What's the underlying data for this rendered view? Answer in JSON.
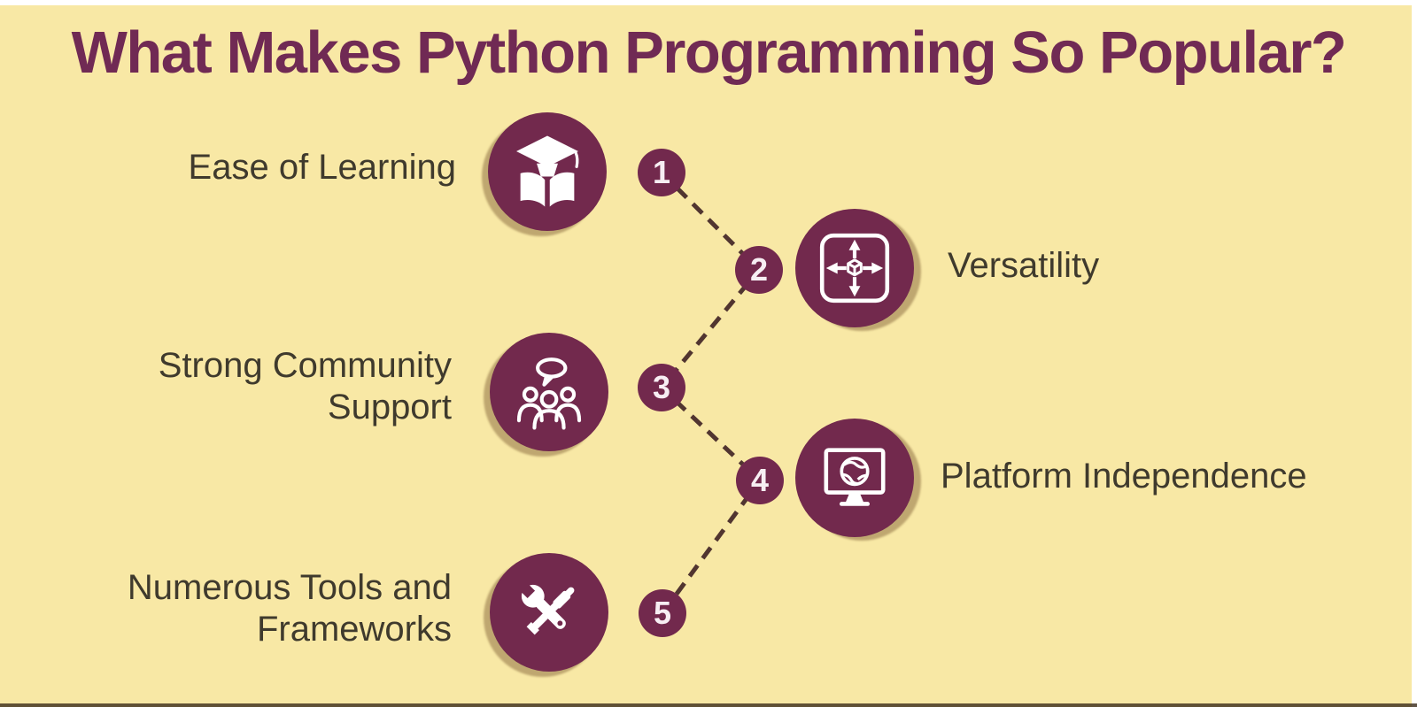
{
  "title": "What Makes Python Programming So Popular?",
  "colors": {
    "background": "#f8e8a5",
    "title": "#702a54",
    "circle": "#72294d",
    "badge": "#72294d",
    "number": "#f7eef3",
    "label": "#3f3a2d",
    "connector": "#513530",
    "icon": "#ffffff"
  },
  "items": [
    {
      "number": "1",
      "label": "Ease of Learning",
      "icon": "graduation-book-icon",
      "side": "left"
    },
    {
      "number": "2",
      "label": "Versatility",
      "icon": "move-arrows-cube-icon",
      "side": "right"
    },
    {
      "number": "3",
      "label": "Strong Community Support",
      "icon": "community-people-icon",
      "side": "left"
    },
    {
      "number": "4",
      "label": "Platform Independence",
      "icon": "monitor-globe-icon",
      "side": "right"
    },
    {
      "number": "5",
      "label": "Numerous Tools and Frameworks",
      "icon": "wrench-screwdriver-icon",
      "side": "left"
    }
  ]
}
